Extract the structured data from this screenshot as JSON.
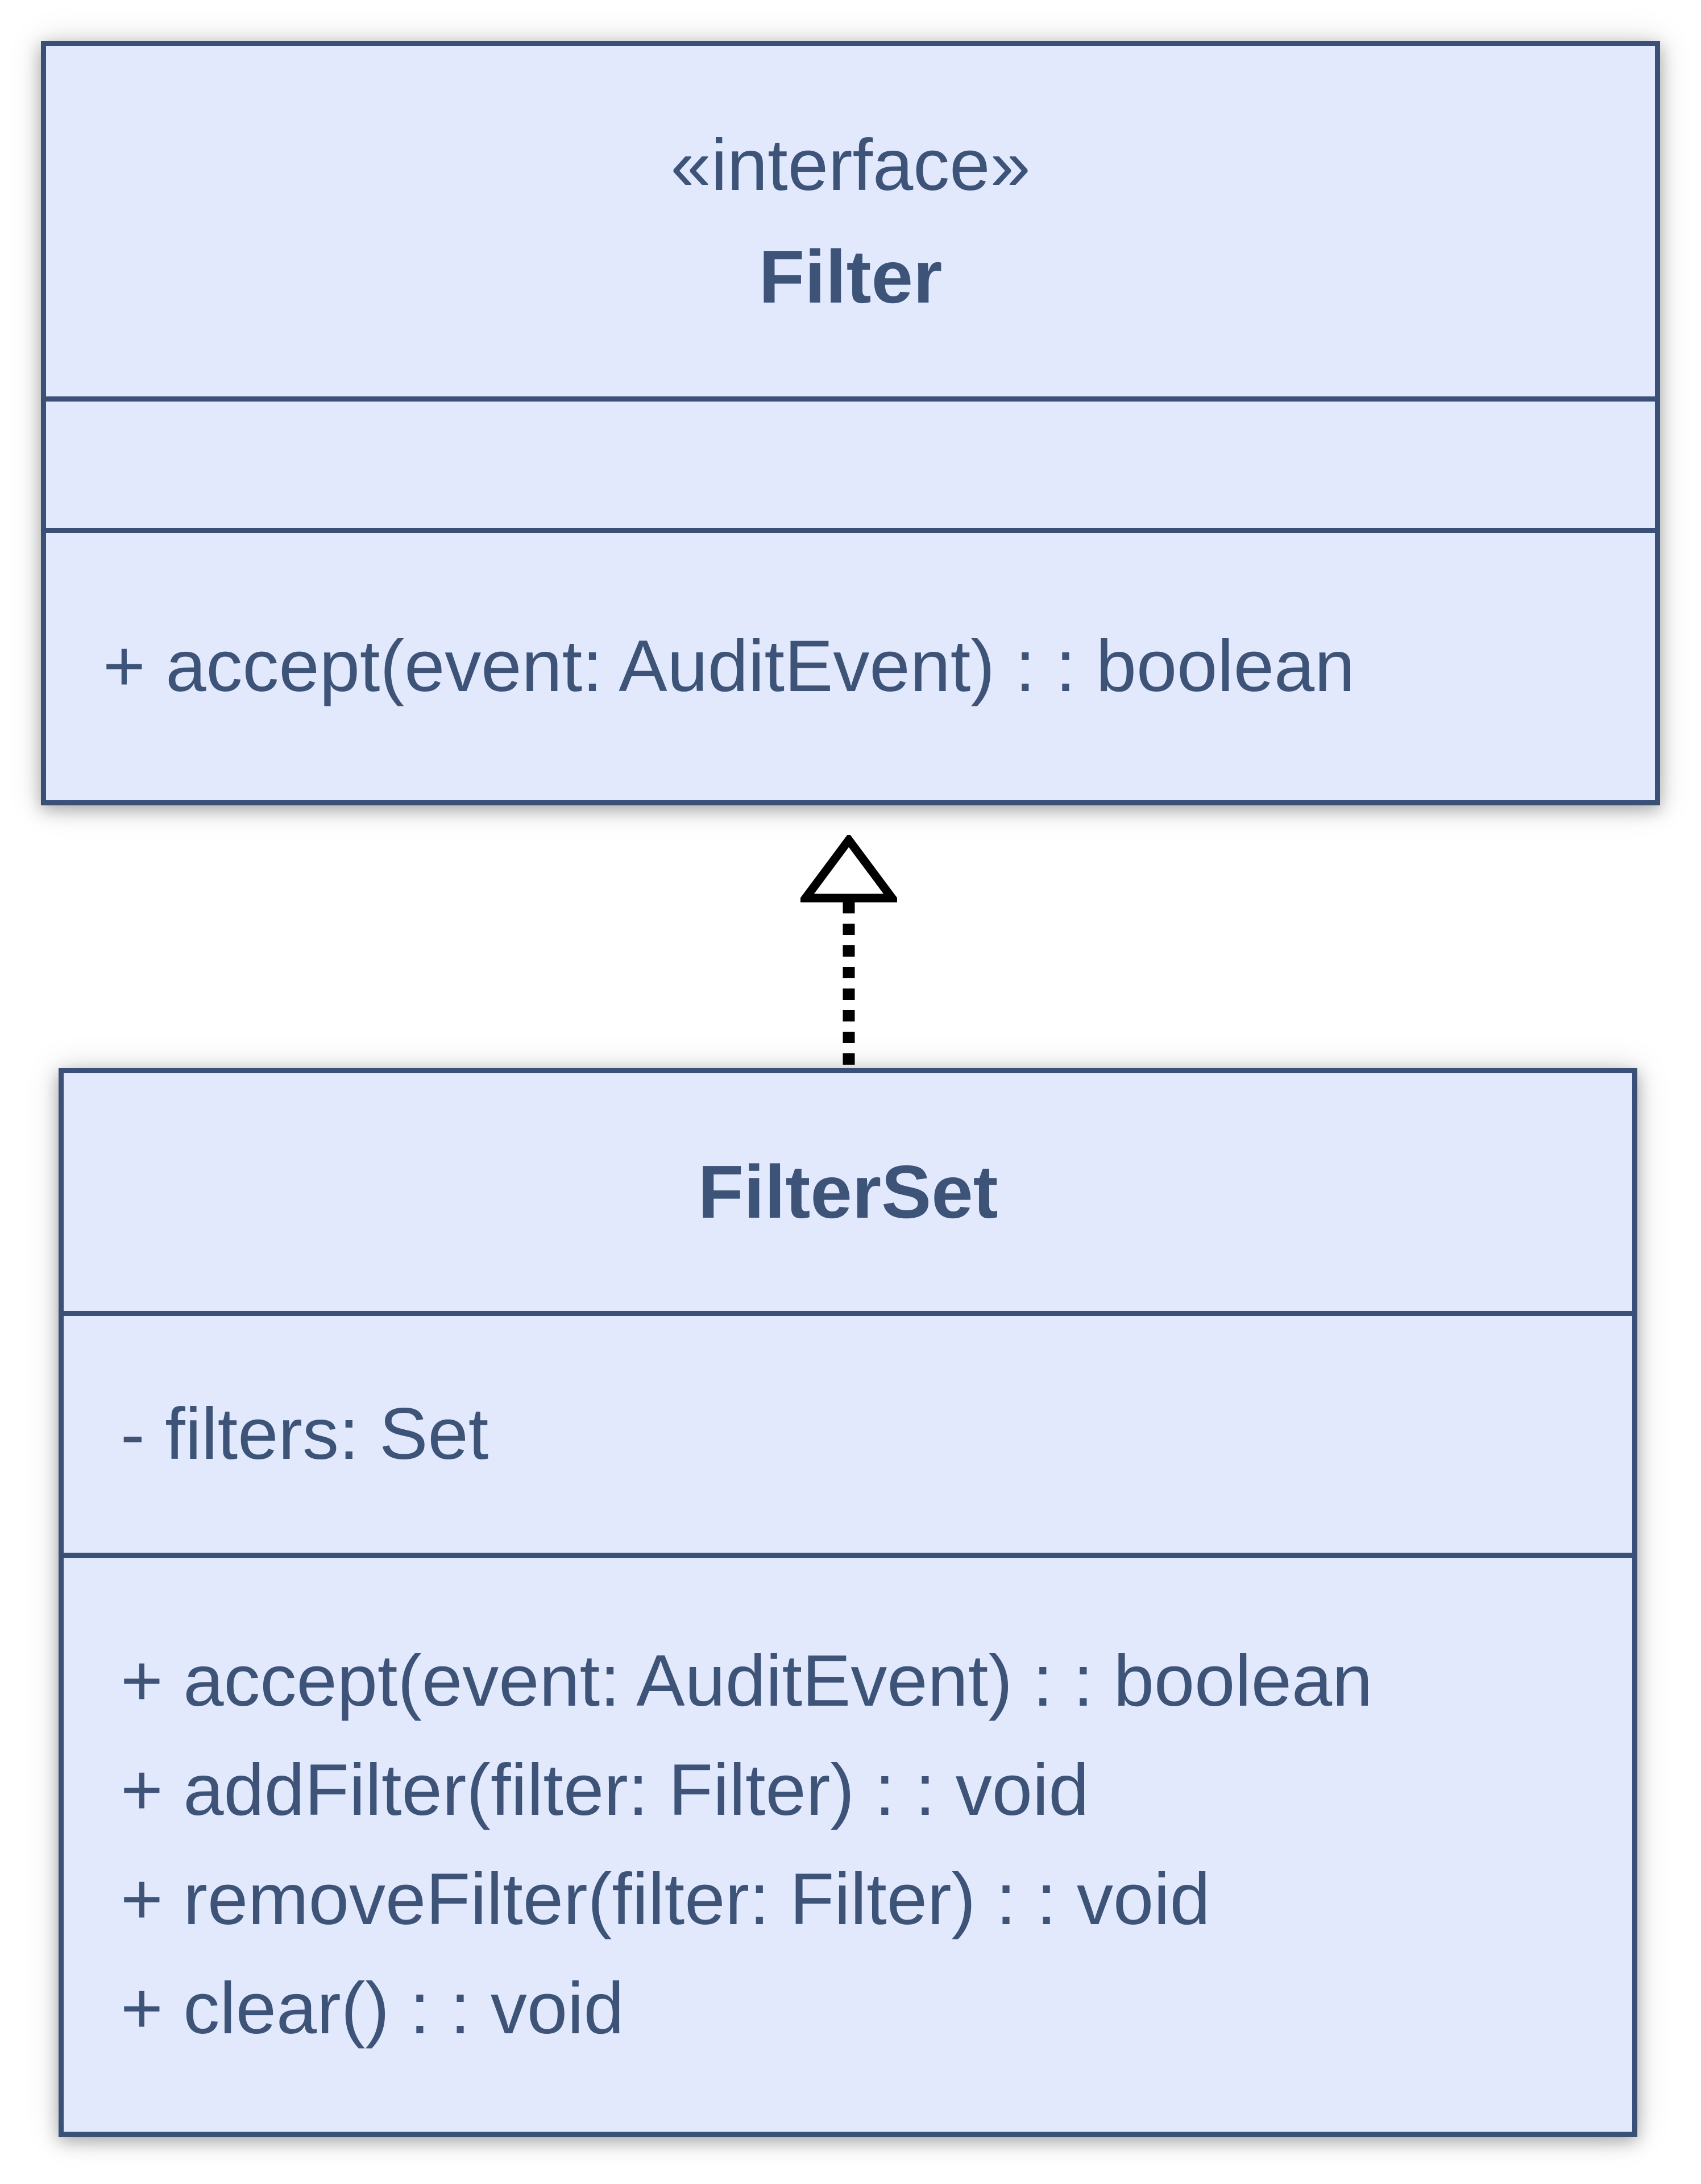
{
  "diagram": {
    "type": "uml-class-diagram",
    "interface_class": {
      "stereotype": "«interface»",
      "name": "Filter",
      "attributes": [],
      "methods": [
        "+ accept(event: AuditEvent) : : boolean"
      ]
    },
    "implementation_class": {
      "name": "FilterSet",
      "attributes": [
        "- filters: Set"
      ],
      "methods": [
        "+ accept(event: AuditEvent) : : boolean",
        "+ addFilter(filter: Filter) : : void",
        "+ removeFilter(filter: Filter) : : void",
        "+ clear() : : void"
      ]
    },
    "relationship": {
      "type": "realization",
      "from": "FilterSet",
      "to": "Filter",
      "line_style": "dotted",
      "arrowhead": "hollow-triangle"
    },
    "colors": {
      "box_fill": "#e2e9fc",
      "box_border": "#3a5077",
      "text": "#3d5478",
      "arrow": "#000000",
      "background": "#ffffff"
    }
  }
}
